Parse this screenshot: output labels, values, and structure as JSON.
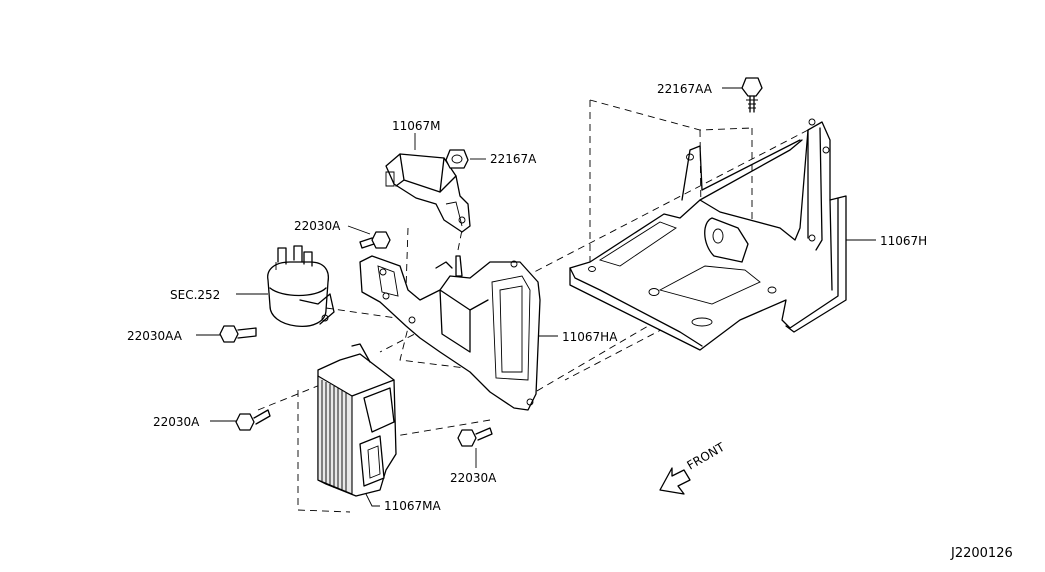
{
  "labels": {
    "p22167AA": "22167AA",
    "p11067M": "11067M",
    "p22167A": "22167A",
    "p22030A_top": "22030A",
    "p11067H": "11067H",
    "sec252": "SEC.252",
    "p22030AA": "22030AA",
    "p11067HA": "11067HA",
    "p22030A_left": "22030A",
    "p22030A_bottom": "22030A",
    "p11067MA": "11067MA"
  },
  "front_label": "FRONT",
  "diagram_code": "J2200126"
}
